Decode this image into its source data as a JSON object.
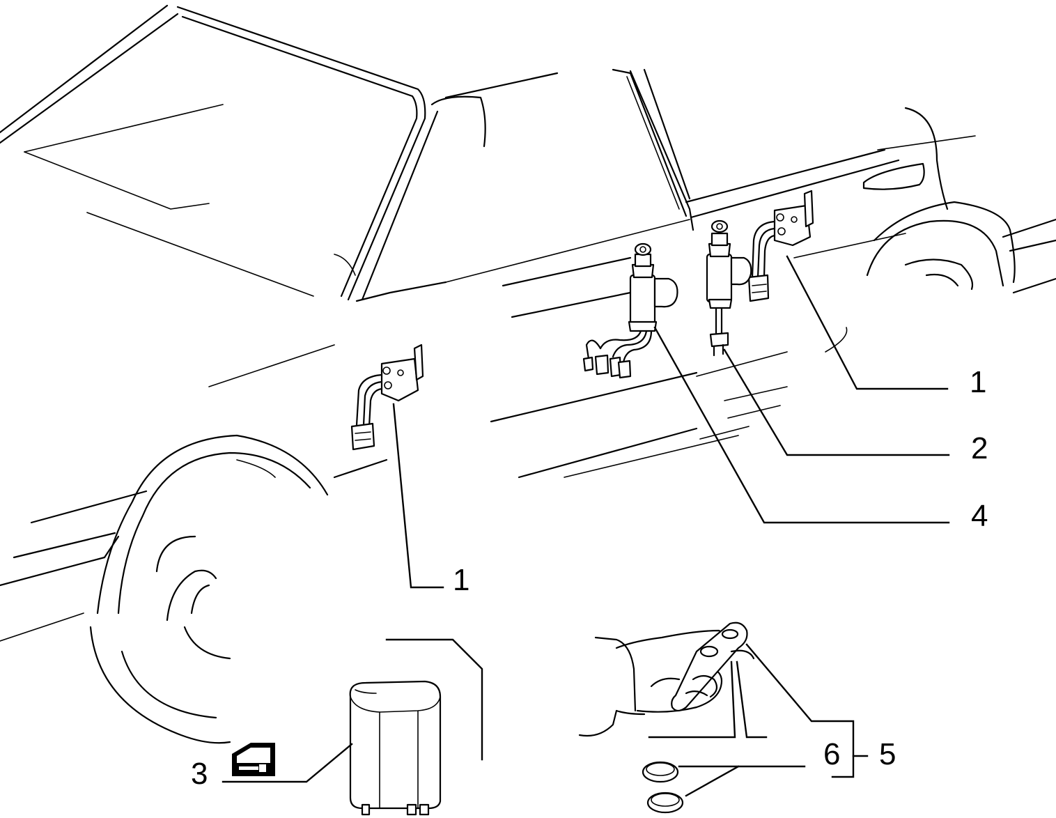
{
  "callouts": {
    "c1_right": "1",
    "c2": "2",
    "c4": "4",
    "c1_left": "1",
    "c3": "3",
    "c6": "6",
    "c5": "5"
  },
  "icons": {
    "body_outline": "car-body-outline-icon",
    "door_switch": "door-lock-switch-icon",
    "actuator": "door-lock-actuator-icon",
    "control_unit": "control-unit-icon",
    "door_key_symbol": "door-key-symbol-icon",
    "remote": "remote-transmitter-icon",
    "battery": "battery-cell-icon"
  },
  "colors": {
    "line": "#000000",
    "background": "#ffffff"
  }
}
